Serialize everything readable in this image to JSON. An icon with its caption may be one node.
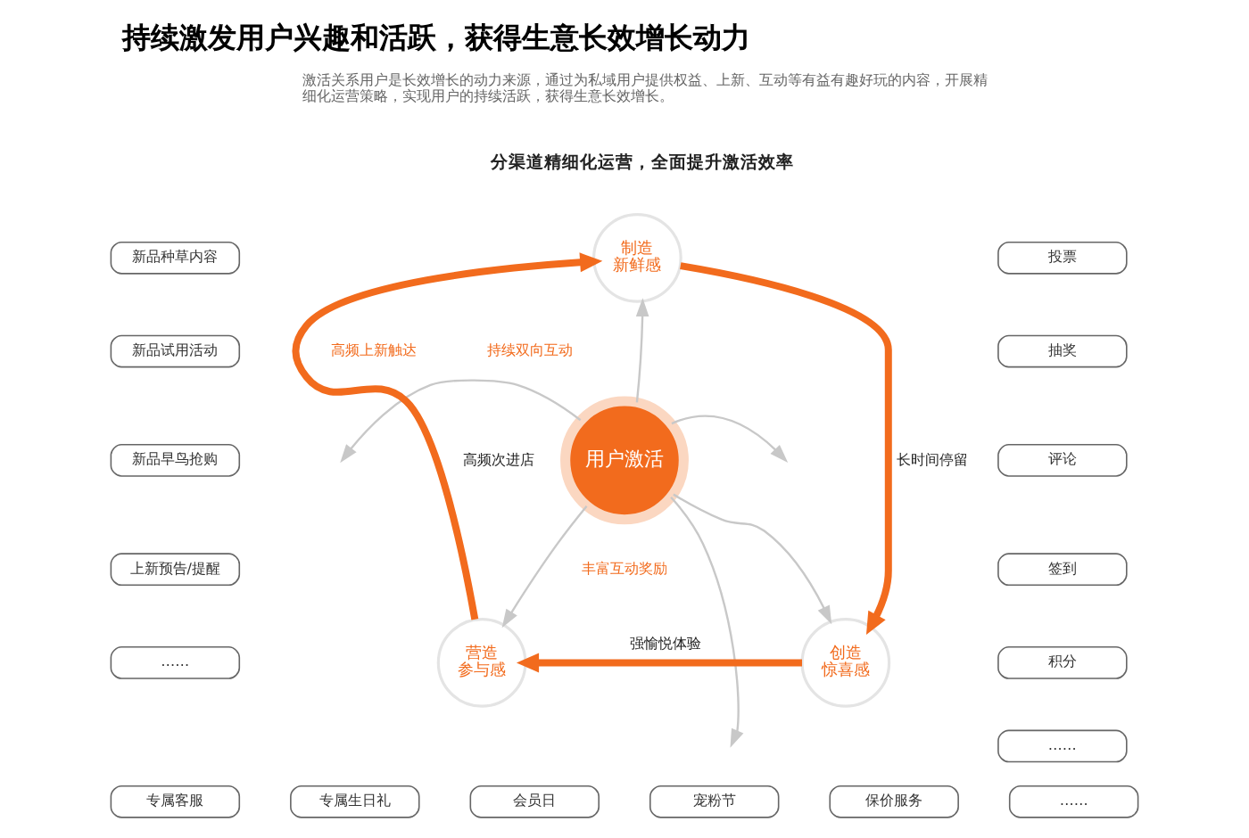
{
  "diagram": {
    "title": "持续激发用户兴趣和活跃，获得生意长效增长动力",
    "nodes": [
      {
        "text": [
          "用户激活"
        ]
      },
      {
        "text": [
          "制造新鲜感"
        ]
      },
      {
        "text": [
          "创造惊喜感"
        ]
      },
      {
        "text": [
          "营造参与感"
        ]
      },
      {
        "text": [
          "新品种草内容"
        ]
      },
      {
        "text": [
          "新品试用活动"
        ]
      },
      {
        "text": [
          "新品早鸟抢购"
        ]
      },
      {
        "text": [
          "上新预告/提醒"
        ]
      },
      {
        "text": [
          "……"
        ]
      },
      {
        "text": [
          "投票"
        ]
      },
      {
        "text": [
          "抽奖"
        ]
      },
      {
        "text": [
          "评论"
        ]
      },
      {
        "text": [
          "签到"
        ]
      },
      {
        "text": [
          "积分"
        ]
      },
      {
        "text": [
          "……"
        ]
      },
      {
        "text": [
          "专属客服"
        ]
      },
      {
        "text": [
          "专属生日礼"
        ]
      },
      {
        "text": [
          "会员日"
        ]
      },
      {
        "text": [
          "宠粉节"
        ]
      },
      {
        "text": [
          "保价服务"
        ]
      },
      {
        "text": [
          "……"
        ]
      }
    ],
    "edges": [
      {
        "from": 3,
        "to": 1,
        "arrow": "to",
        "label": "高频次进店",
        "style": "thick",
        "color": "#f26b1d"
      },
      {
        "from": 1,
        "to": 2,
        "arrow": "to",
        "label": "长时间停留",
        "style": "thick",
        "color": "#f26b1d"
      },
      {
        "from": 2,
        "to": 3,
        "arrow": "to",
        "label": "强愉悦体验",
        "style": "thick",
        "color": "#f26b1d"
      },
      {
        "from": 0,
        "to": 1,
        "arrow": "to"
      },
      {
        "from": 0,
        "to": 3,
        "arrow": "to"
      },
      {
        "from": 0,
        "to": 2,
        "arrow": "to"
      },
      {
        "from": 0,
        "to": null,
        "arrow": "to"
      },
      {
        "from": 0,
        "to": null,
        "arrow": "to"
      },
      {
        "from": 0,
        "to": null,
        "arrow": "to"
      }
    ],
    "labels": [
      "激活关系用户是长效增长的动力来源，通过为私域用户提供权益、上新、互动等有益有趣好玩的内容，开展精细化运营策略，实现用户的持续活跃，获得生意长效增长。",
      "分渠道精细化运营，全面提升激活效率",
      "高频上新触达",
      "持续双向互动",
      "丰富互动奖励"
    ]
  }
}
